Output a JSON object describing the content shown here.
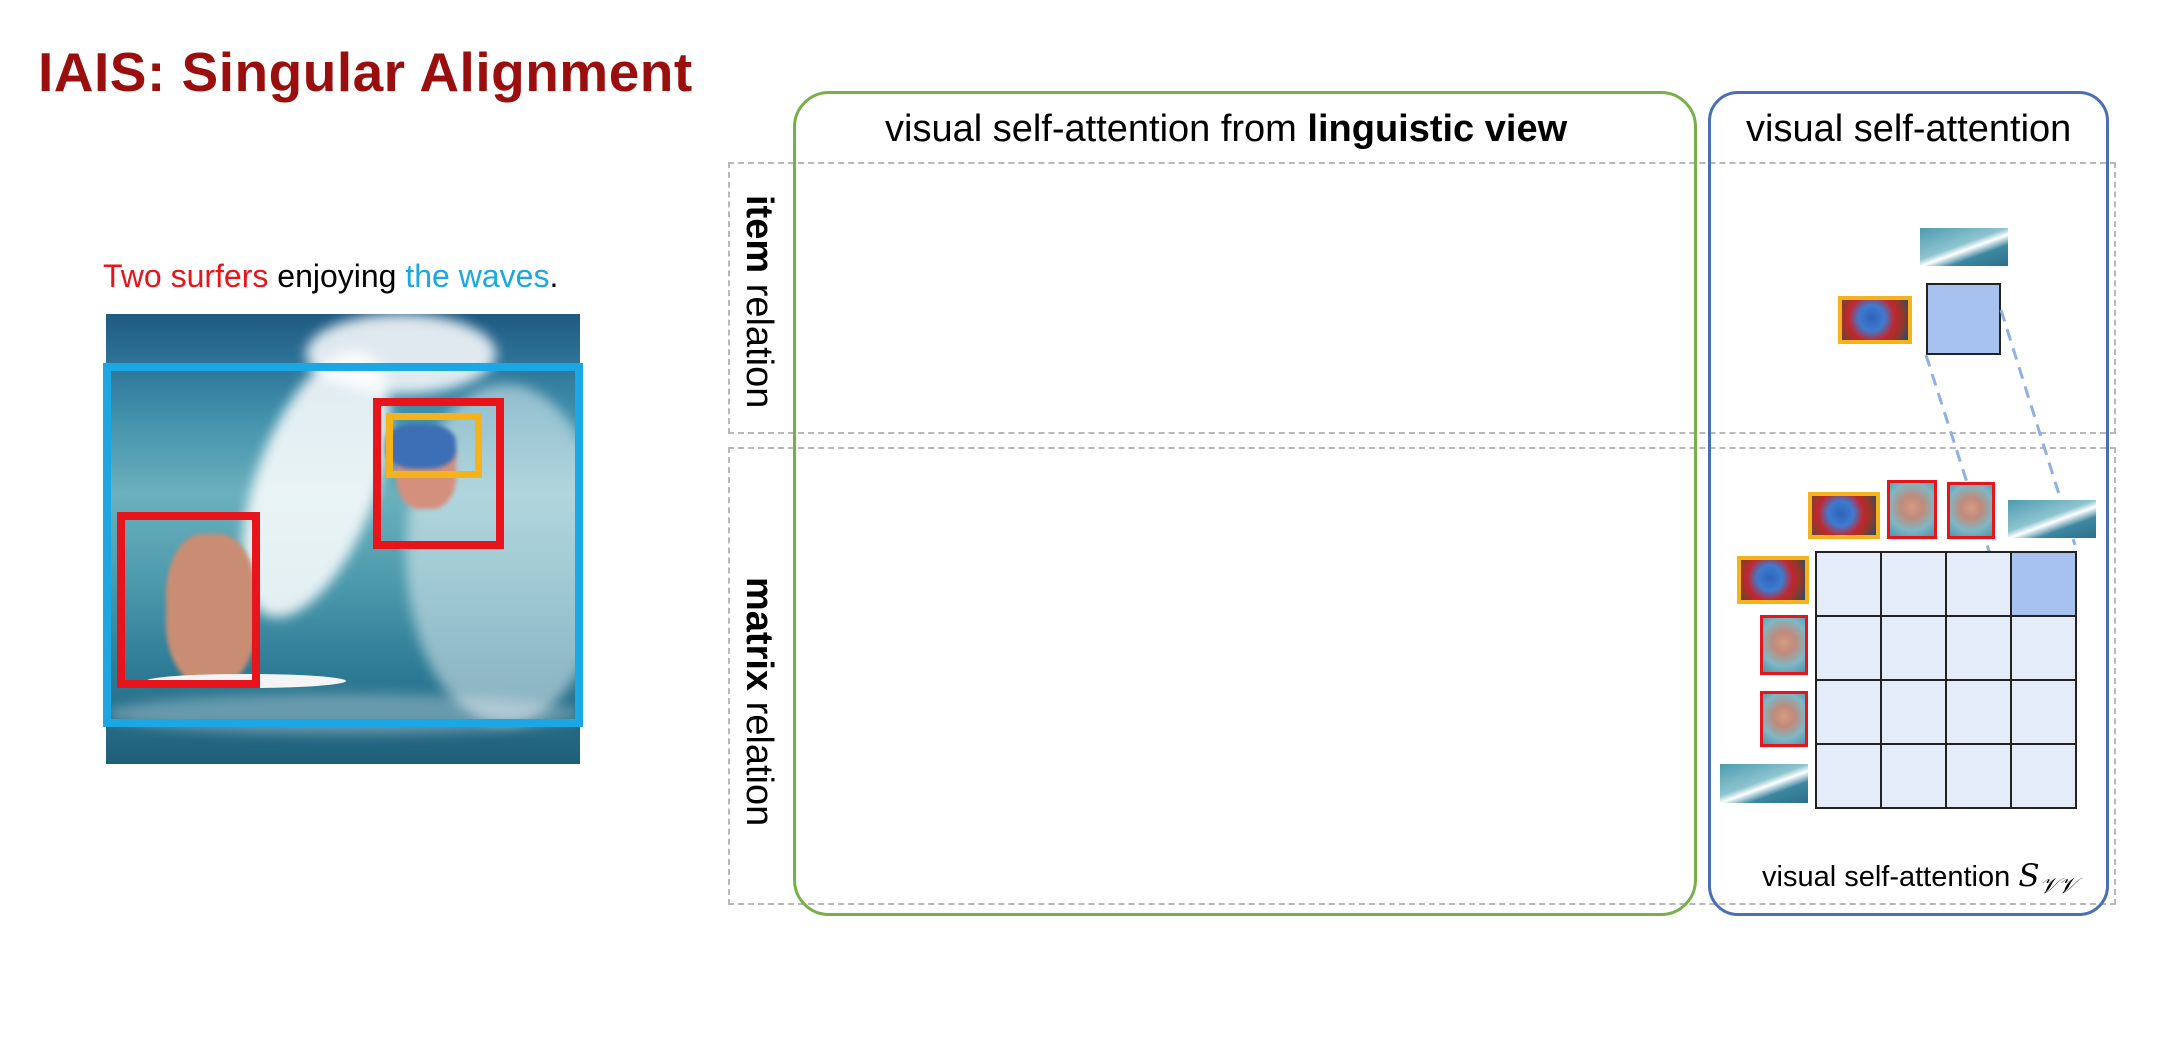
{
  "title": "IAIS: Singular Alignment",
  "caption": {
    "part1": "Two surfers",
    "part2": " enjoying ",
    "part3": "the waves",
    "part4": "."
  },
  "colors": {
    "title": "#9b0e0e",
    "red_phrase": "#e8141c",
    "blue_phrase": "#1aa7e4",
    "yellow_box": "#f6b21b",
    "green_frame": "#77b04a",
    "blue_frame": "#4a6fb8",
    "cell_fill": "#e4ebf9",
    "cell_highlight": "#a7c2ee"
  },
  "headings": {
    "linguistic_prefix": "visual self-attention from ",
    "linguistic_bold": "linguistic view",
    "visual": "visual self-attention"
  },
  "rows": {
    "item_bold": "item",
    "item_rest": " relation",
    "matrix_bold": "matrix",
    "matrix_rest": " relation"
  },
  "matrix_label": {
    "text": "visual self-attention ",
    "symbol": "S",
    "subscript": "𝒱𝒱"
  },
  "matrix": {
    "rows": 4,
    "cols": 4,
    "highlight": [
      0,
      3
    ]
  }
}
